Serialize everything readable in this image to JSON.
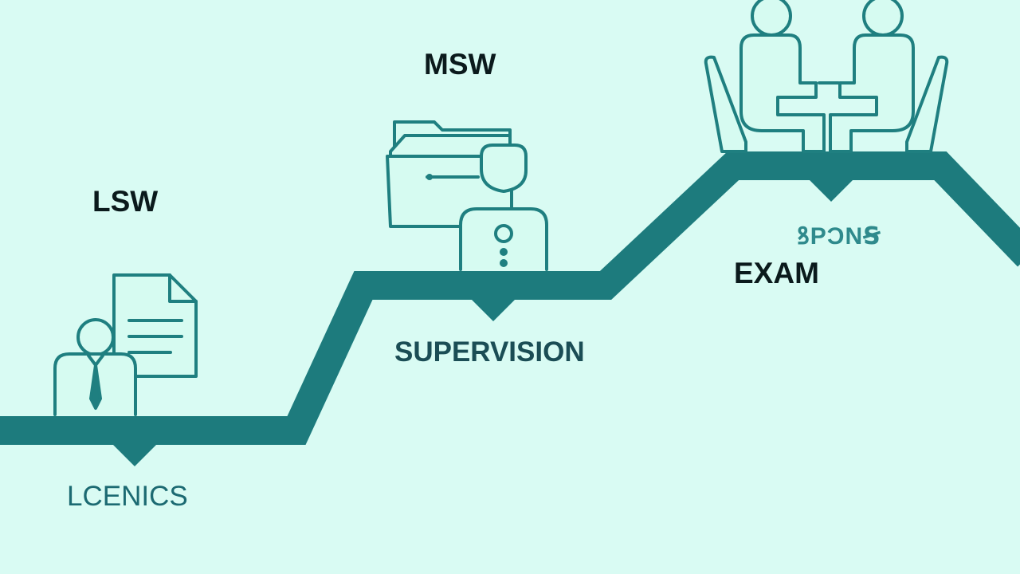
{
  "colors": {
    "background": "#d9fbf3",
    "path": "#1d7b7d",
    "icon_stroke": "#1f7f80",
    "icon_fill": "#d6fbf1",
    "label_dark": "#0b1a1c",
    "label_teal": "#1b4d55"
  },
  "steps": [
    {
      "key": "lsw",
      "label": "LSW",
      "icon": "person-document-icon"
    },
    {
      "key": "msw",
      "label": "MSW",
      "icon": "person-folder-icon"
    },
    {
      "key": "exam",
      "label": "EXAM",
      "icon": "two-people-meeting-icon"
    }
  ],
  "markers": [
    {
      "key": "lcenics",
      "label": "LCENICS"
    },
    {
      "key": "supervision",
      "label": "SUPERVISION"
    },
    {
      "key": "garbled",
      "label": "ꝸPƆNꞨ"
    }
  ]
}
